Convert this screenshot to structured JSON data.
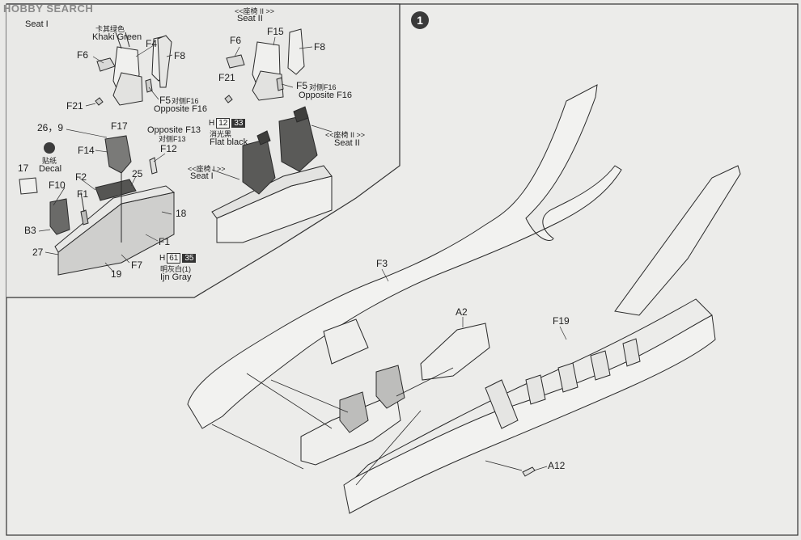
{
  "watermark": "HOBBY SEARCH",
  "step": "1",
  "seat_labels": {
    "seat1_en_top": "Seat I",
    "seat2_top": "<<座椅 II >>",
    "seat2_top_en": "Seat II",
    "seat2_mid": "<<座椅 II >>",
    "seat2_mid_en": "Seat II",
    "seat1_mid": "<<座椅 I >>",
    "seat1_mid_en": "Seat I"
  },
  "paints": {
    "khaki_cn": "卡其绿色",
    "khaki_en": "Khaki Green",
    "flat_black_box": "12",
    "flat_black_num": "33",
    "flat_black_cn": "消光黑",
    "flat_black_en": "Flat black",
    "ijn_gray_box": "61",
    "ijn_gray_num": "35",
    "ijn_gray_cn": "明灰白(1)",
    "ijn_gray_en": "Ijn Gray",
    "h_prefix": "H"
  },
  "decal": {
    "cn": "贴纸",
    "en": "Decal"
  },
  "parts": {
    "f4": "F4",
    "f8a": "F8",
    "f6a": "F6",
    "f5a": "F5",
    "f5a_cn": "对侧F16",
    "f5a_en": "Opposite F16",
    "f21a": "F21",
    "f6b": "F6",
    "f15": "F15",
    "f8b": "F8",
    "f21b": "F21",
    "f5b": "F5",
    "f5b_cn": "对侧F16",
    "f5b_en": "Opposite F16",
    "p26_9": "26，9",
    "f17": "F17",
    "f14": "F14",
    "opp_f13_en": "Opposite F13",
    "opp_f13_cn": "对侧F13",
    "f12": "F12",
    "p17": "17",
    "f10": "F10",
    "f2": "F2",
    "p25": "25",
    "f1a": "F1",
    "p18": "18",
    "b3": "B3",
    "f1b": "F1",
    "p27": "27",
    "f7": "F7",
    "p19": "19",
    "f3": "F3",
    "a2": "A2",
    "f19": "F19",
    "a12": "A12"
  }
}
